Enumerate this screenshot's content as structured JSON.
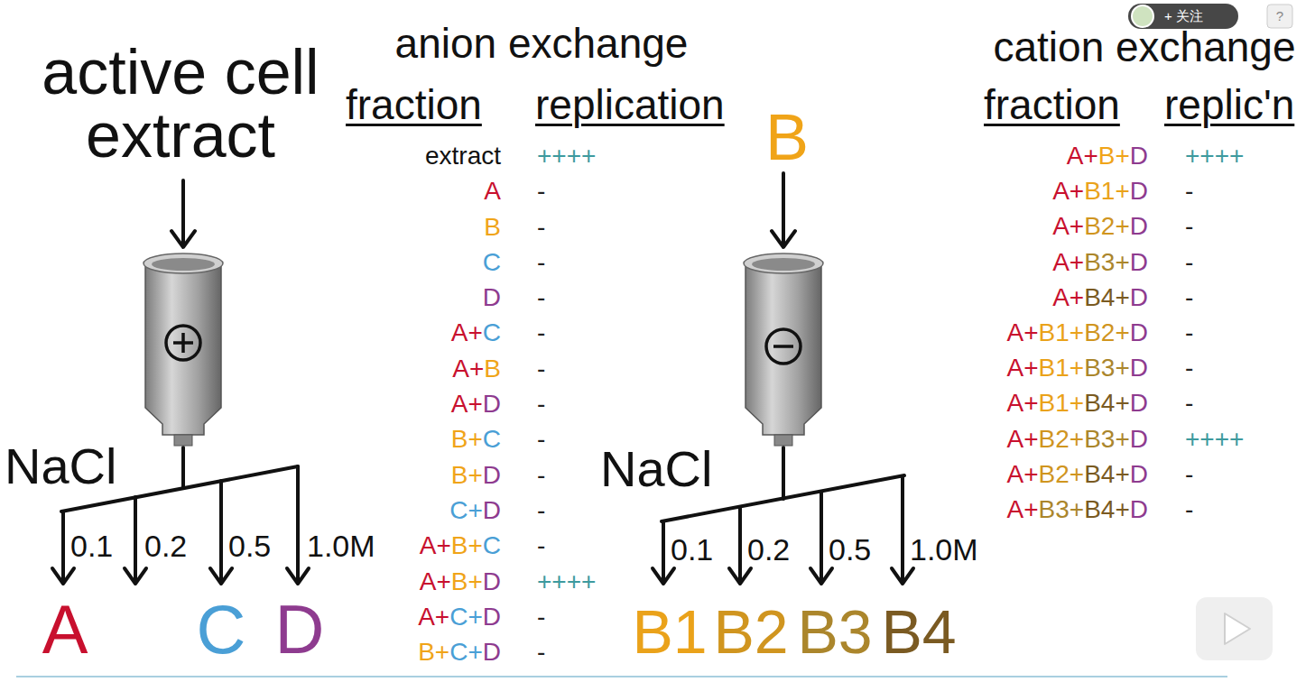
{
  "diagram": {
    "labels": [
      "active cell extract",
      "NaCl",
      "0.1",
      "0.2",
      "0.5",
      "1.0M",
      "A",
      "C",
      "D",
      "anion exchange",
      "fraction",
      "replication",
      "extract",
      "++++",
      "A",
      "-",
      "B",
      "-",
      "C",
      "-",
      "D",
      "-",
      "A+C",
      "-",
      "A+B",
      "-",
      "A+D",
      "-",
      "B+C",
      "-",
      "B+D",
      "-",
      "C+D",
      "-",
      "A+B+C",
      "-",
      "A+B+D",
      "++++",
      "A+C+D",
      "-",
      "B+C+D",
      "-",
      "B",
      "NaCl",
      "0.1",
      "0.2",
      "0.5",
      "1.0M",
      "B1",
      "B2",
      "B3",
      "B4",
      "cation exchange",
      "fraction",
      "replic'n",
      "A+B+D",
      "++++",
      "A+B1+D",
      "-",
      "A+B2+D",
      "-",
      "A+B3+D",
      "-",
      "A+B4+D",
      "-",
      "A+B1+B2+D",
      "-",
      "A+B1+B3+D",
      "-",
      "A+B1+B4+D",
      "-",
      "A+B2+B3+D",
      "++++",
      "A+B2+B4+D",
      "-",
      "A+B3+B4+D",
      "-",
      "+ 关注",
      "?"
    ]
  }
}
